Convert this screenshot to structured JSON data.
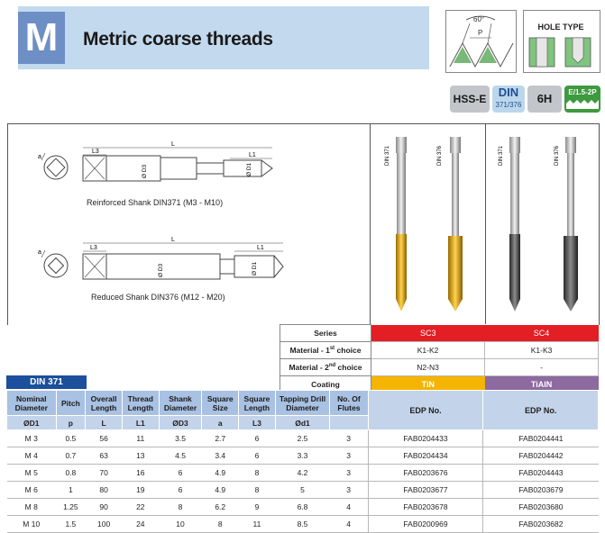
{
  "header": {
    "letter": "M",
    "title": "Metric coarse threads",
    "thread_angle": "60°",
    "thread_pitch_label": "P",
    "hole_type_label": "HOLE TYPE"
  },
  "badges": {
    "hss": "HSS-E",
    "din_main": "DIN",
    "din_sub": "371/376",
    "tolerance": "6H",
    "chamfer": "E/1.5-2P"
  },
  "drawings": {
    "reinforced_caption": "Reinforced Shank DIN371 (M3 - M10)",
    "reduced_caption": "Reduced Shank DIN376 (M12 - M20)",
    "dim_L": "L",
    "dim_L3": "L3",
    "dim_L1": "L1",
    "dim_D3": "Ø D3",
    "dim_D1": "Ø D1",
    "dim_a": "a"
  },
  "photos": {
    "labels": [
      "DIN 371",
      "DIN 376",
      "DIN 371",
      "DIN 376"
    ]
  },
  "spec": {
    "series_label": "Series",
    "series_values": [
      "SC3",
      "SC4"
    ],
    "mat1_label_pre": "Material - 1",
    "mat1_sup": "st",
    "mat1_label_post": " choice",
    "mat1_values": [
      "K1-K2",
      "K1-K3"
    ],
    "mat2_label_pre": "Material - 2",
    "mat2_sup": "nd",
    "mat2_label_post": " choice",
    "mat2_values": [
      "N2-N3",
      "-"
    ],
    "coating_label": "Coating",
    "coating_values": [
      "TiN",
      "TiAIN"
    ]
  },
  "table": {
    "tab": "DIN 371",
    "headers": [
      "Nominal Diameter",
      "Pitch",
      "Overall Length",
      "Thread Length",
      "Shank Diameter",
      "Square Size",
      "Square Length",
      "Tapping Drill Diameter",
      "No. Of Flutes"
    ],
    "subheaders": [
      "ØD1",
      "p",
      "L",
      "L1",
      "ØD3",
      "a",
      "L3",
      "Ød1",
      ""
    ],
    "edp_label": "EDP No.",
    "rows": [
      [
        "M 3",
        "0.5",
        "56",
        "11",
        "3.5",
        "2.7",
        "6",
        "2.5",
        "3",
        "FAB0204433",
        "FAB0204441"
      ],
      [
        "M 4",
        "0.7",
        "63",
        "13",
        "4.5",
        "3.4",
        "6",
        "3.3",
        "3",
        "FAB0204434",
        "FAB0204442"
      ],
      [
        "M 5",
        "0.8",
        "70",
        "16",
        "6",
        "4.9",
        "8",
        "4.2",
        "3",
        "FAB0203676",
        "FAB0204443"
      ],
      [
        "M 6",
        "1",
        "80",
        "19",
        "6",
        "4.9",
        "8",
        "5",
        "3",
        "FAB0203677",
        "FAB0203679"
      ],
      [
        "M 8",
        "1.25",
        "90",
        "22",
        "8",
        "6.2",
        "9",
        "6.8",
        "4",
        "FAB0203678",
        "FAB0203680"
      ],
      [
        "M 10",
        "1.5",
        "100",
        "24",
        "10",
        "8",
        "11",
        "8.5",
        "4",
        "FAB0200969",
        "FAB0203682"
      ]
    ]
  },
  "colors": {
    "header_band": "#c3d9ee",
    "letter_box": "#6e8fc6",
    "series_red": "#e31e24",
    "tin_gold": "#f4b400",
    "tialn_purple": "#8d6aa0",
    "din_blue": "#1c4f9c",
    "header_blue": "#a9c1e2"
  }
}
